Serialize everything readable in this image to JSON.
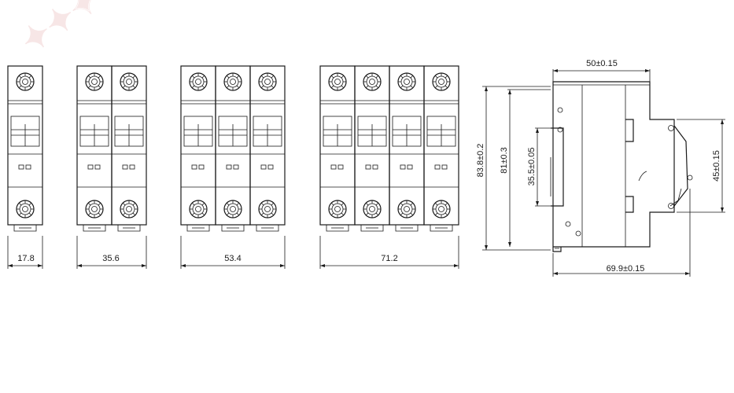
{
  "front_views": {
    "width_labels": [
      "17.8",
      "35.6",
      "53.4",
      "71.2"
    ],
    "poles": [
      1,
      2,
      3,
      4
    ]
  },
  "side_view": {
    "top_width": "50±0.15",
    "total_height": "83.8±0.2",
    "inner_height": "81±0.3",
    "rail_height": "35.5±0.05",
    "right_height": "45±0.15",
    "bottom_width": "69.9±0.15"
  }
}
